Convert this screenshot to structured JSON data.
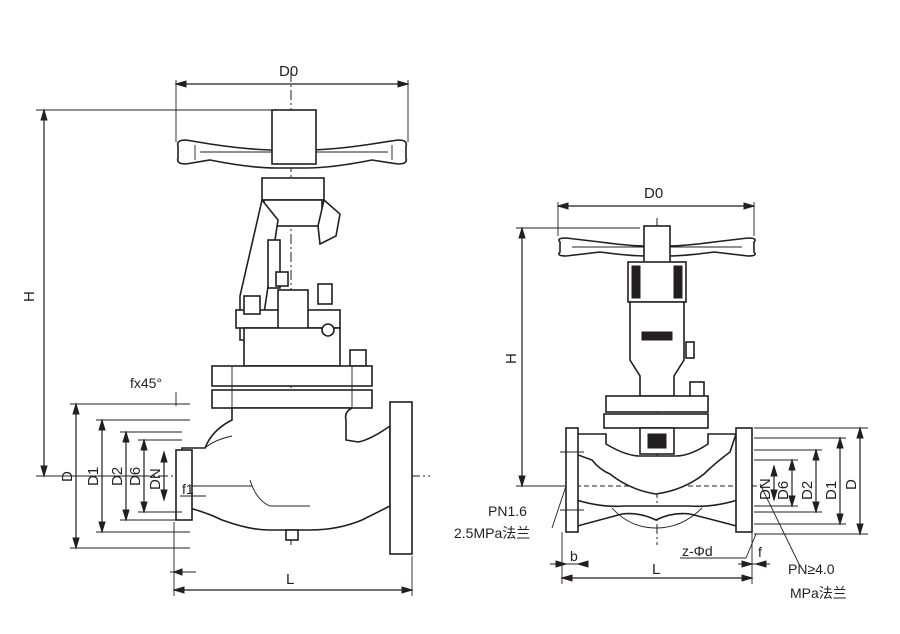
{
  "left_view": {
    "labels": {
      "d0": "D0",
      "h": "H",
      "d": "D",
      "d1": "D1",
      "d2": "D2",
      "d6": "D6",
      "dn": "DN",
      "l": "L",
      "chamfer": "fx45°",
      "f1": "f1"
    }
  },
  "right_view": {
    "labels": {
      "d0": "D0",
      "h": "H",
      "dn": "DN",
      "d6": "D6",
      "d2": "D2",
      "d1": "D1",
      "d": "D",
      "l": "L",
      "b": "b",
      "f": "f",
      "bolts": "z-Φd",
      "flange_low_line1": "PN1.6",
      "flange_low_line2": "2.5MPa法兰",
      "flange_high_line1": "PN≥4.0",
      "flange_high_line2": "MPa法兰"
    }
  },
  "colors": {
    "line": "#231f20",
    "background": "#ffffff"
  }
}
